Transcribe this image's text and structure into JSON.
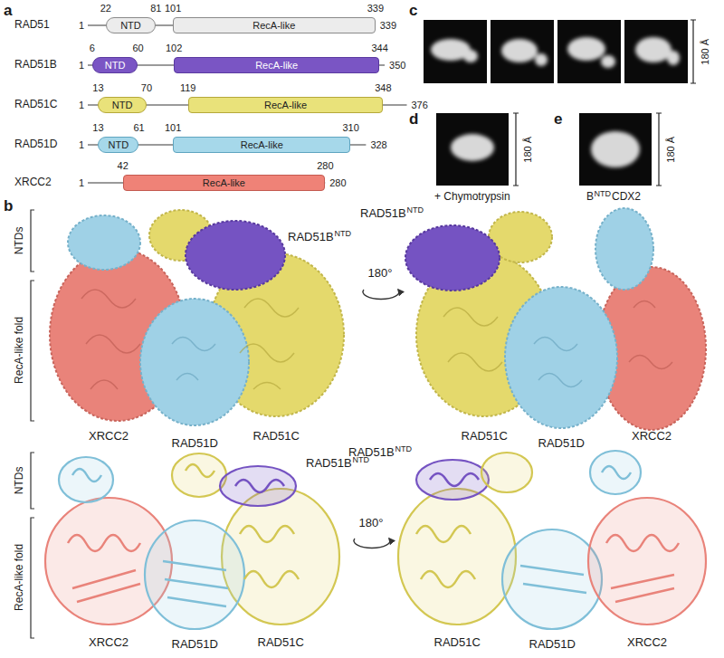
{
  "diagram": {
    "nodes": [
      {
        "text": [
          "NTD"
        ]
      },
      {
        "text": [
          "RecA-like"
        ]
      },
      {
        "text": [
          "NTD"
        ]
      },
      {
        "text": [
          "RecA-like"
        ]
      },
      {
        "text": [
          "NTD"
        ]
      },
      {
        "text": [
          "RecA-like"
        ]
      },
      {
        "text": [
          "NTD"
        ]
      },
      {
        "text": [
          "RecA-like"
        ]
      },
      {
        "text": [
          "RecA-like"
        ]
      }
    ],
    "labels": [
      "a",
      "RAD51",
      "1",
      "22",
      "81",
      "101",
      "339",
      "339",
      "RAD51B",
      "1",
      "6",
      "60",
      "102",
      "344",
      "350",
      "RAD51C",
      "1",
      "13",
      "70",
      "119",
      "348",
      "376",
      "RAD51D",
      "1",
      "13",
      "61",
      "101",
      "310",
      "328",
      "XRCC2",
      "1",
      "42",
      "280",
      "280",
      "b",
      "NTDs",
      "RecA-like fold",
      "RAD51B",
      "NTD",
      "180°",
      "RAD51B",
      "NTD",
      "XRCC2",
      "RAD51D",
      "RAD51C",
      "RAD51C",
      "RAD51D",
      "XRCC2",
      "NTDs",
      "RecA-like fold",
      "RAD51B",
      "NTD",
      "180°",
      "RAD51B",
      "NTD",
      "XRCC2",
      "RAD51D",
      "RAD51C",
      "RAD51C",
      "RAD51D",
      "XRCC2",
      "c",
      "180 Å",
      "d",
      "+ Chymotrypsin",
      "180 Å",
      "e",
      "B",
      "NTD",
      "CDX2",
      "180 Å"
    ]
  }
}
